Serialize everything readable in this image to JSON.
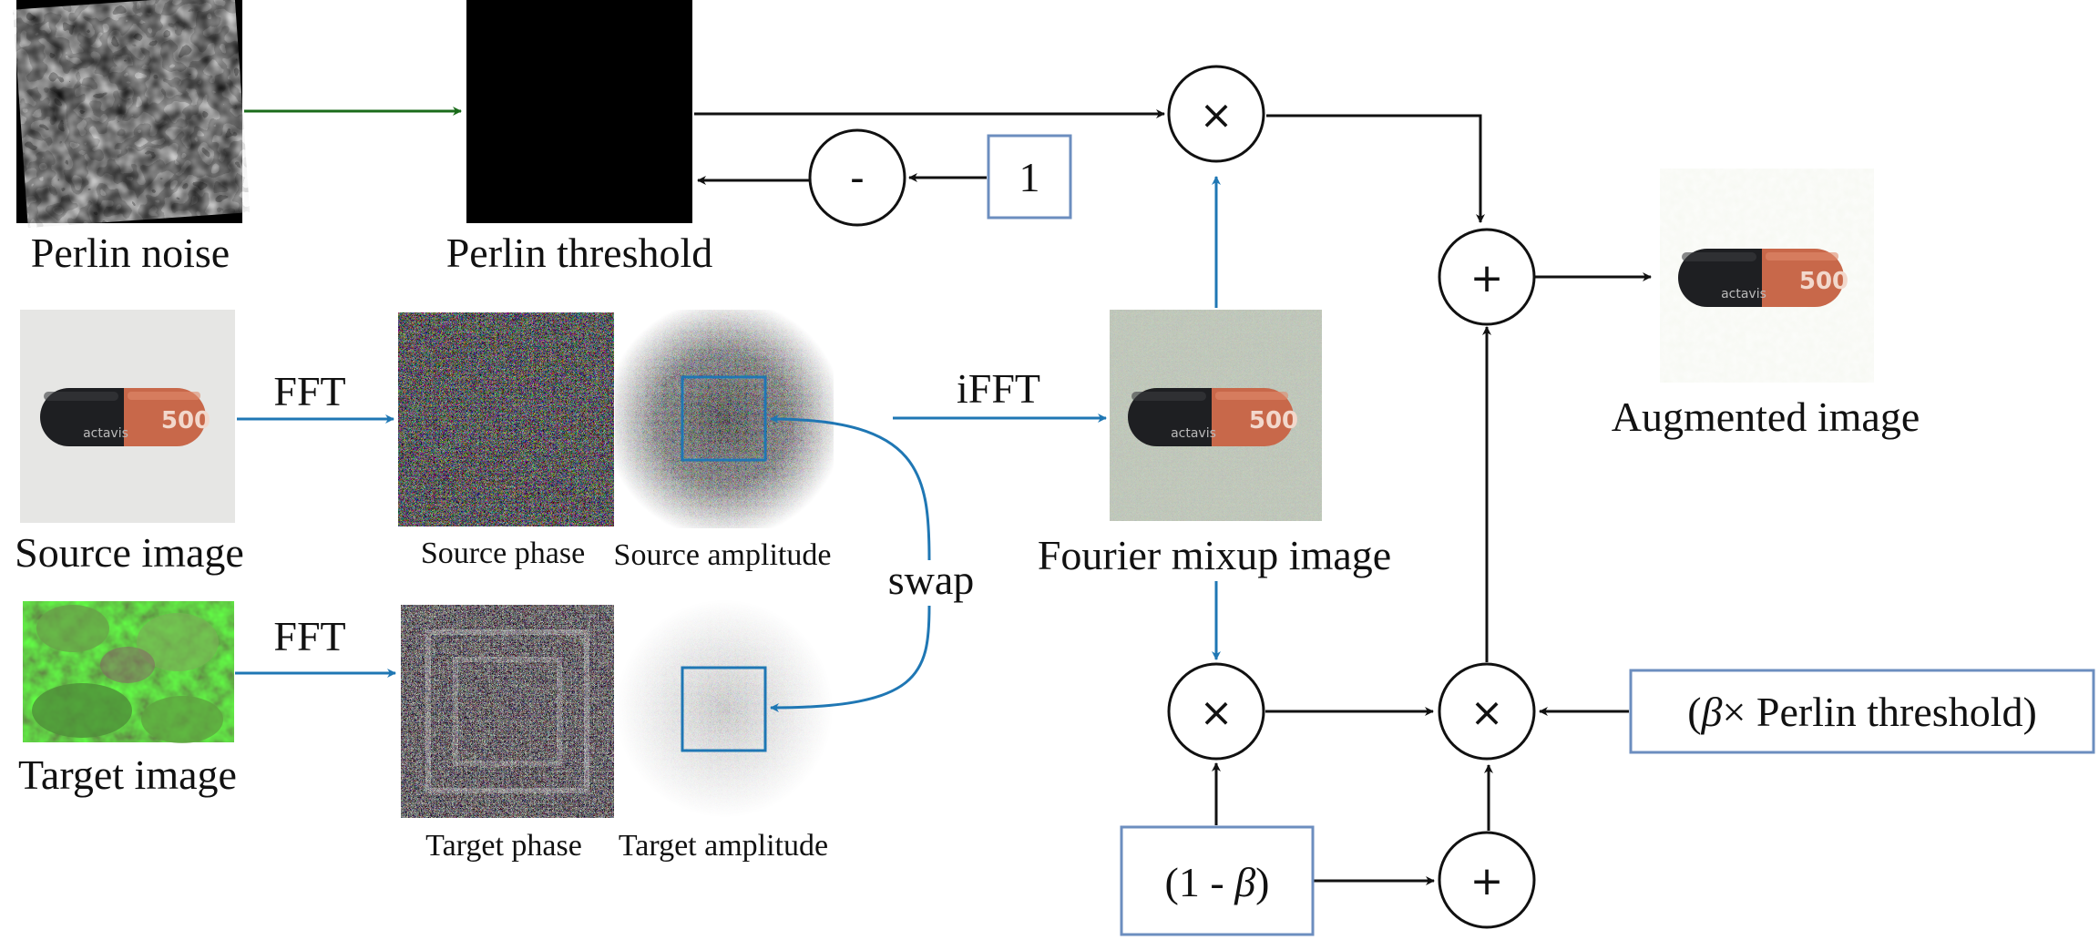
{
  "labels": {
    "perlin_noise": "Perlin noise",
    "perlin_threshold": "Perlin threshold",
    "source_image": "Source image",
    "target_image": "Target image",
    "source_phase": "Source phase",
    "source_amplitude": "Source amplitude",
    "target_phase": "Target phase",
    "target_amplitude": "Target amplitude",
    "fourier_mixup": "Fourier mixup image",
    "augmented": "Augmented image",
    "fft_top": "FFT",
    "fft_bottom": "FFT",
    "ifft": "iFFT",
    "swap": "swap"
  },
  "operators": {
    "multiply": "×",
    "plus": "+",
    "minus": "-"
  },
  "boxes": {
    "one": "1",
    "one_minus_beta_prefix": "(1 - ",
    "beta": "β",
    "close_paren": ")",
    "beta_times_prefix": "(",
    "beta_times_suffix": "× Perlin threshold)"
  },
  "capsule": {
    "number": "500",
    "brand": "actavis"
  },
  "colors": {
    "arrow_black": "#111111",
    "arrow_blue": "#1f77b4",
    "arrow_green": "#1a6b1a",
    "box_border": "#6c8ebf"
  }
}
